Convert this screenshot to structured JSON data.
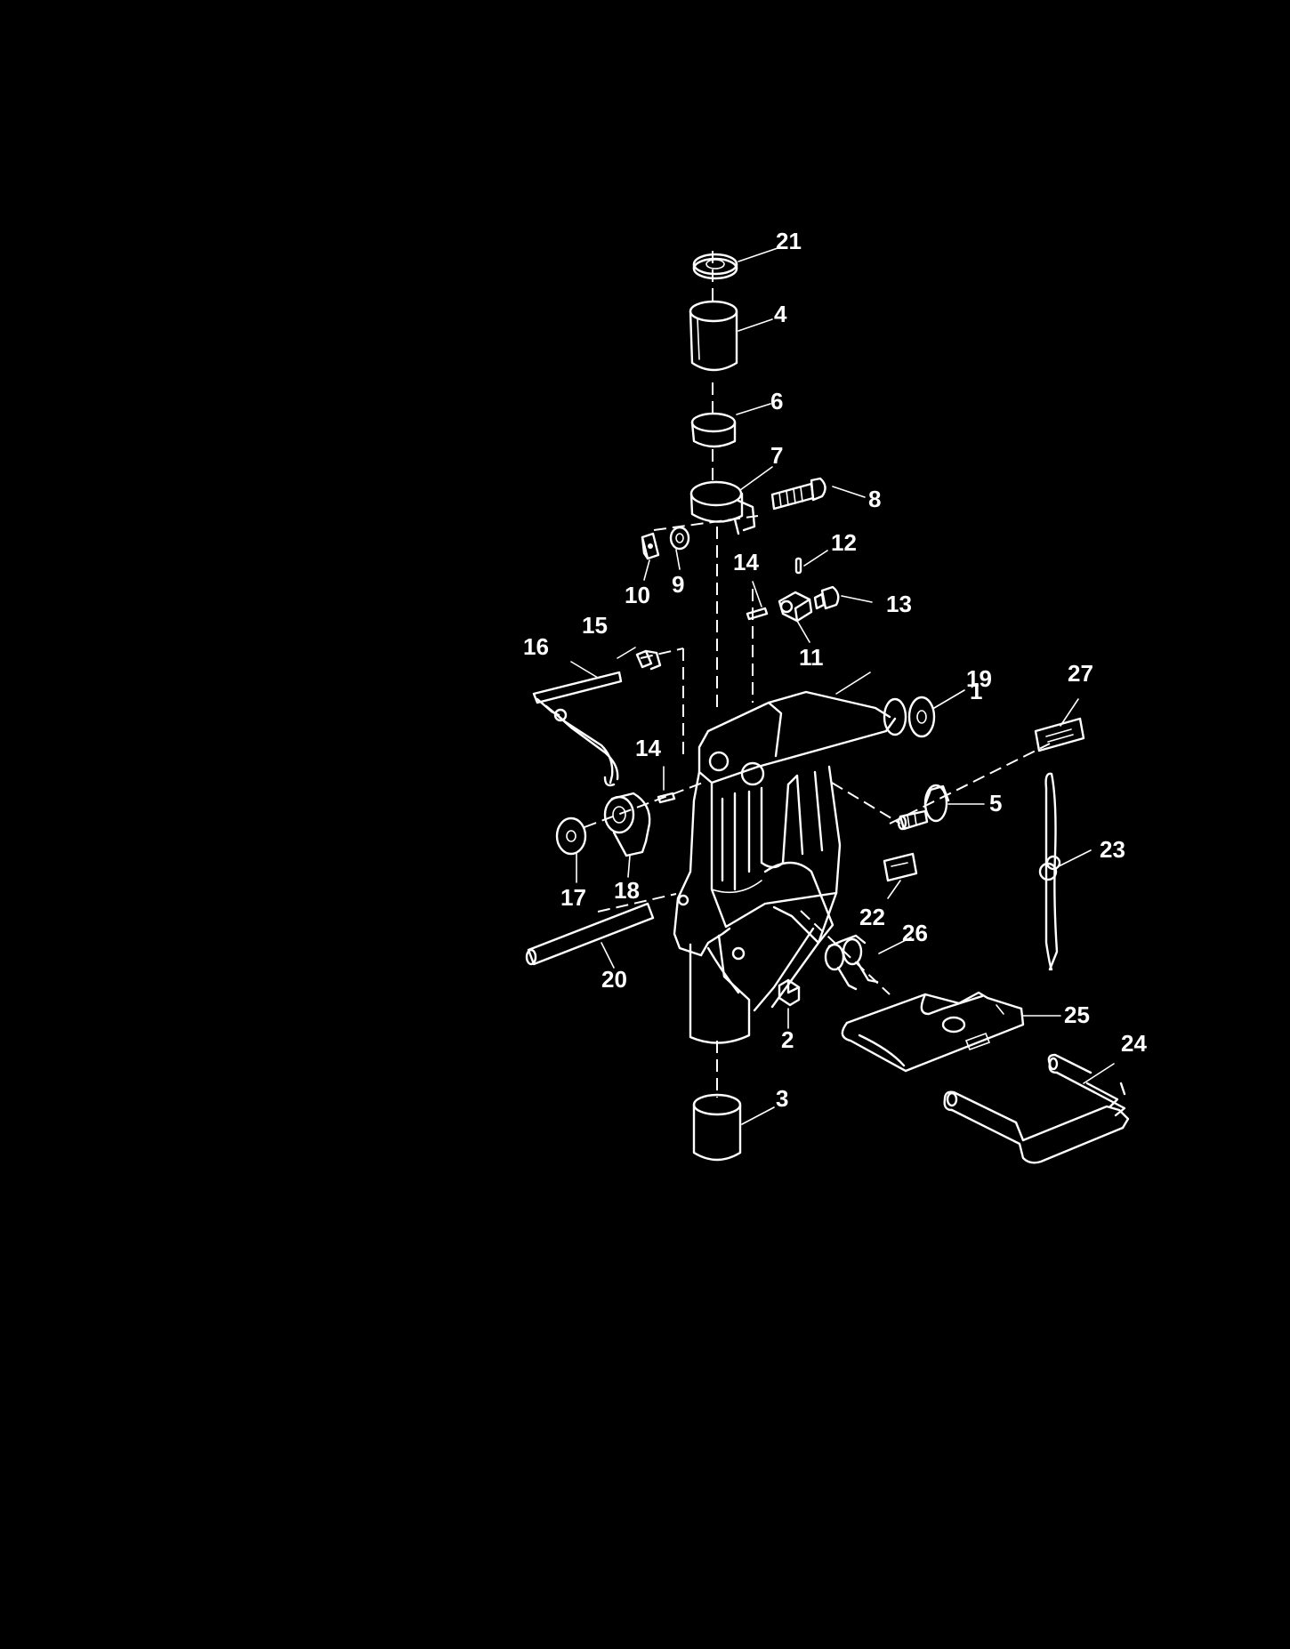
{
  "diagram": {
    "background": "#000000",
    "foreground": "#ffffff",
    "callouts": [
      "1",
      "2",
      "3",
      "4",
      "5",
      "6",
      "7",
      "8",
      "9",
      "10",
      "11",
      "12",
      "13",
      "14",
      "14",
      "15",
      "16",
      "17",
      "18",
      "19",
      "20",
      "21",
      "22",
      "23",
      "24",
      "25",
      "26",
      "27"
    ]
  }
}
